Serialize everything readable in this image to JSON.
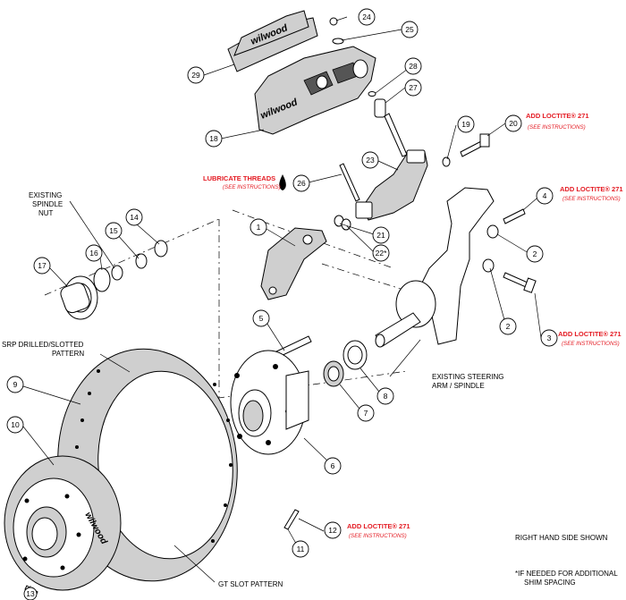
{
  "notes": {
    "lubricate_threads": "LUBRICATE THREADS",
    "see_instructions": "(SEE INSTRUCTIONS)",
    "add_loctite_271": "ADD LOCTITE® 271",
    "existing_spindle_nut": [
      "EXISTING",
      "SPINDLE",
      "NUT"
    ],
    "srp_pattern": [
      "SRP DRILLED/SLOTTED",
      "PATTERN"
    ],
    "existing_steering": [
      "EXISTING STEERING",
      "ARM / SPINDLE"
    ],
    "gt_slot_pattern": "GT SLOT PATTERN",
    "right_hand_side": "RIGHT HAND SIDE SHOWN",
    "shim_note": [
      "*IF NEEDED FOR ADDITIONAL",
      "SHIM SPACING"
    ],
    "brand_mark": "wilwood"
  },
  "callouts": [
    "1",
    "2",
    "3",
    "4",
    "5",
    "6",
    "7",
    "8",
    "9",
    "10",
    "11",
    "12",
    "13",
    "14",
    "15",
    "16",
    "17",
    "18",
    "19",
    "20",
    "21",
    "22*",
    "23",
    "24",
    "25",
    "26",
    "27",
    "28",
    "29"
  ],
  "colors": {
    "accent_red": "#e41b23",
    "line": "#000000",
    "shade": "#cfcfcf"
  }
}
